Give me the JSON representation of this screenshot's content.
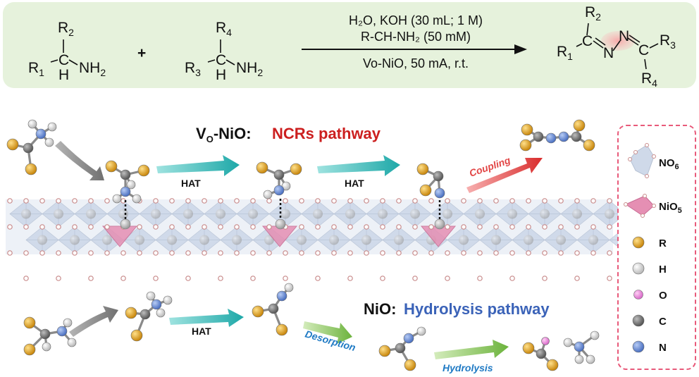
{
  "reaction": {
    "reactant1": {
      "top": "R",
      "top_sub": "2",
      "left": "R",
      "left_sub": "1",
      "center": "C",
      "h": "H",
      "amine": "NH",
      "amine_sub": "2"
    },
    "plus": "+",
    "reactant2": {
      "top": "R",
      "top_sub": "4",
      "left": "R",
      "left_sub": "3",
      "center": "C",
      "h": "H",
      "amine": "NH",
      "amine_sub": "2"
    },
    "conditions_line1": "H₂O, KOH (30 mL; 1 M)",
    "conditions_line2": "R-CH-NH₂ (50 mM)",
    "conditions_line3": "Vo-NiO, 50 mA, r.t.",
    "product": {
      "r1": "R",
      "r1_sub": "1",
      "r2": "R",
      "r2_sub": "2",
      "r3": "R",
      "r3_sub": "3",
      "r4": "R",
      "r4_sub": "4",
      "c": "C",
      "n": "N"
    }
  },
  "vo_nio": {
    "title_main": "V",
    "title_sub": "O",
    "title_rest": "-NiO:",
    "pathway": "NCRs pathway",
    "step1": "HAT",
    "step2": "HAT",
    "step3": "Coupling"
  },
  "nio": {
    "title": "NiO:",
    "pathway": "Hydrolysis pathway",
    "step1": "HAT",
    "step2": "Desorption",
    "step3": "Hydrolysis"
  },
  "legend": {
    "no6": "NO",
    "no6_sub": "6",
    "nio5": "NiO",
    "nio5_sub": "5",
    "items": [
      "R",
      "H",
      "O",
      "C",
      "N"
    ]
  },
  "colors": {
    "reaction_bg": "#e6f2dc",
    "red_title": "#cc1f1f",
    "blue_title": "#3b63b8",
    "teal_arrow": "#2bb5b5",
    "gray_arrow": "#8a8a8a",
    "red_arrow": "#e24545",
    "green_arrow": "#8cc65a",
    "step_blue": "#1f7ac4",
    "atom_R": "#e3a21a",
    "atom_H": "#f2f2f2",
    "atom_O": "#f08ce0",
    "atom_C": "#808080",
    "atom_N": "#6b8fd6",
    "legend_border": "#e85a7a",
    "octahedron": "#c7d3e6",
    "nio5": "#e58fb3"
  }
}
